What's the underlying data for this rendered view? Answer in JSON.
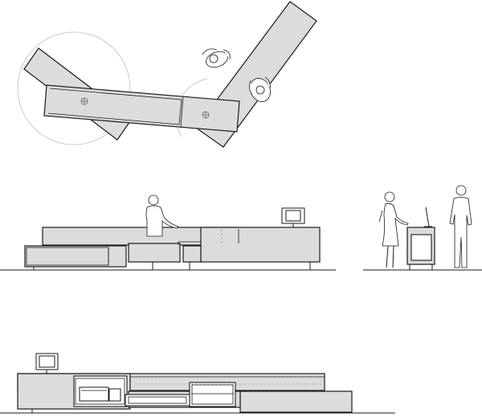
{
  "drawing": {
    "colors": {
      "panel_fill": "#dcdcdc",
      "line": "#1a1a1a",
      "swing_circle": "#bdbdbd",
      "background": "#ffffff"
    },
    "views": [
      {
        "id": "plan",
        "description_icon": "plan-view"
      },
      {
        "id": "front-elevation",
        "description_icon": "elevation-view"
      },
      {
        "id": "side-section",
        "description_icon": "section-view"
      },
      {
        "id": "rear-elevation",
        "description_icon": "elevation-view"
      }
    ]
  }
}
